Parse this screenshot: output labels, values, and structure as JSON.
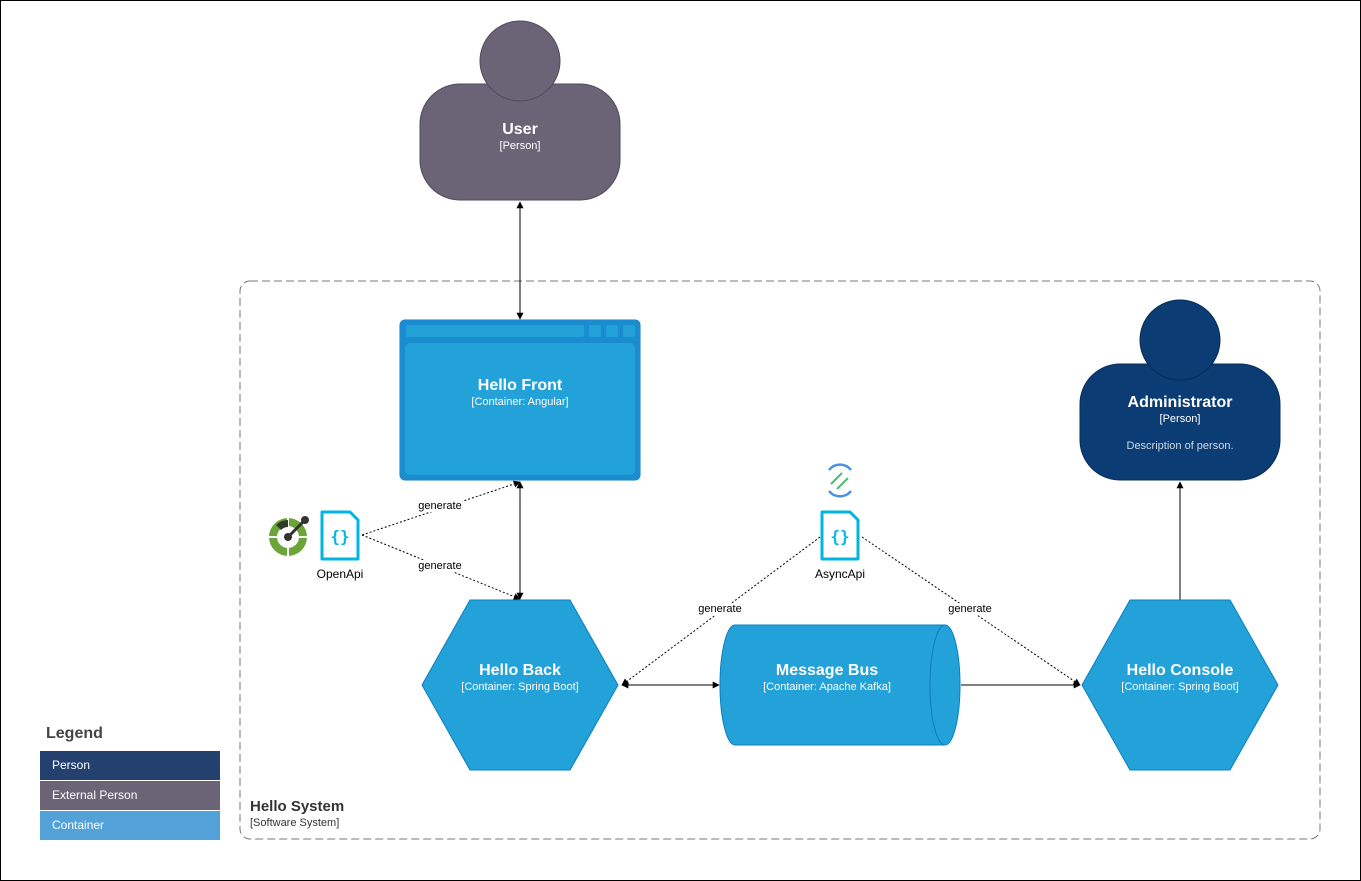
{
  "nodes": {
    "user": {
      "title": "User",
      "type": "[Person]"
    },
    "front": {
      "title": "Hello Front",
      "type": "[Container: Angular]"
    },
    "admin": {
      "title": "Administrator",
      "type": "[Person]",
      "description": "Description of person."
    },
    "back": {
      "title": "Hello Back",
      "type": "[Container: Spring Boot]"
    },
    "bus": {
      "title": "Message Bus",
      "type": "[Container: Apache Kafka]"
    },
    "console": {
      "title": "Hello Console",
      "type": "[Container: Spring Boot]"
    },
    "openapi": {
      "label": "OpenApi"
    },
    "asyncapi": {
      "label": "AsyncApi"
    }
  },
  "edges": {
    "openapi_front": "generate",
    "openapi_back": "generate",
    "asyncapi_back": "generate",
    "asyncapi_console": "generate"
  },
  "boundary": {
    "title": "Hello System",
    "type": "[Software System]"
  },
  "legend": {
    "title": "Legend",
    "items": [
      {
        "label": "Person",
        "color": "#23406f"
      },
      {
        "label": "External Person",
        "color": "#6b6477"
      },
      {
        "label": "Container",
        "color": "#52a2d9"
      }
    ]
  },
  "colors": {
    "external_person": "#6b6477",
    "person": "#0b3c73",
    "container": "#23a2d9",
    "container_stroke": "#0e7dbf",
    "spec_icon": "#00b6e0"
  }
}
